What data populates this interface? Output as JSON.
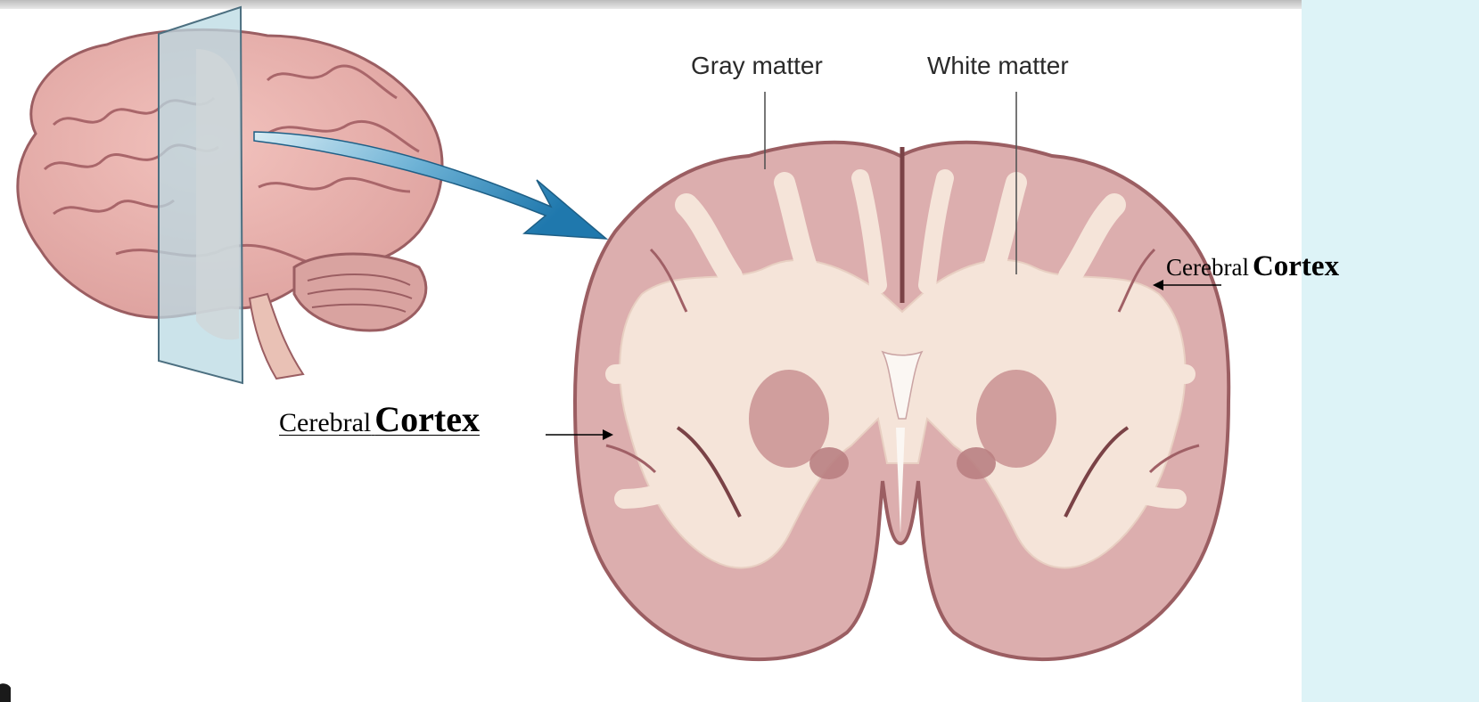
{
  "labels": {
    "gray_matter": "Gray matter",
    "white_matter": "White matter",
    "cortex_left": {
      "word1": "Cerebral",
      "word2": "Cortex"
    },
    "cortex_right": {
      "word1": "Cerebral",
      "word2": "Cortex"
    }
  },
  "colors": {
    "background": "#ddf3f7",
    "panel": "#ffffff",
    "gray_matter": "#dcaeae",
    "white_matter": "#f5e4d9",
    "brain_outline": "#9b5e62",
    "plane": "#b9d9e3",
    "arrow": "#2b86b8"
  }
}
